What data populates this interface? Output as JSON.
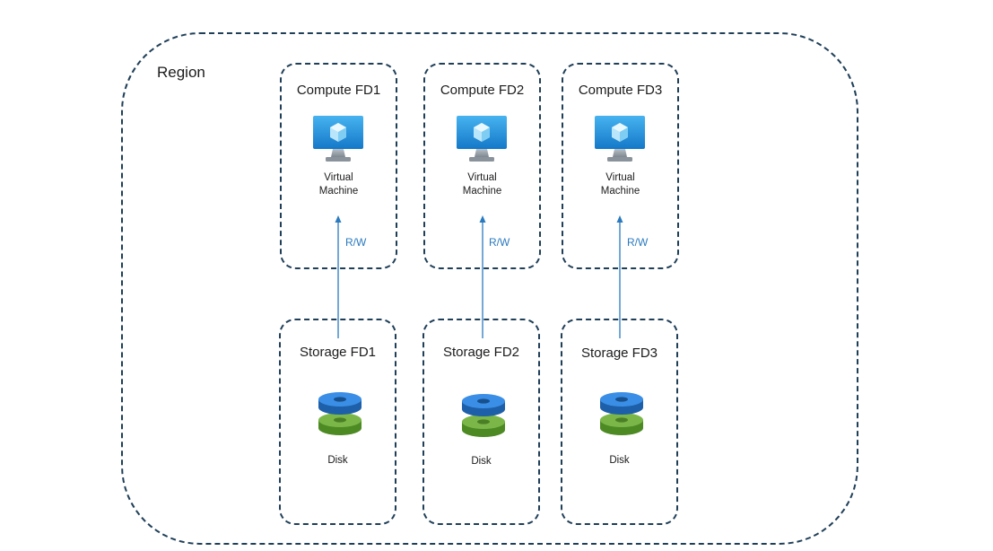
{
  "region": {
    "label": "Region"
  },
  "compute": [
    {
      "title": "Compute FD1",
      "item_line1": "Virtual",
      "item_line2": "Machine",
      "icon": "virtual-machine-icon"
    },
    {
      "title": "Compute FD2",
      "item_line1": "Virtual",
      "item_line2": "Machine",
      "icon": "virtual-machine-icon"
    },
    {
      "title": "Compute FD3",
      "item_line1": "Virtual",
      "item_line2": "Machine",
      "icon": "virtual-machine-icon"
    }
  ],
  "storage": [
    {
      "title": "Storage FD1",
      "item": "Disk",
      "icon": "disk-icon"
    },
    {
      "title": "Storage FD2",
      "item": "Disk",
      "icon": "disk-icon"
    },
    {
      "title": "Storage FD3",
      "item": "Disk",
      "icon": "disk-icon"
    }
  ],
  "links": [
    {
      "label": "R/W"
    },
    {
      "label": "R/W"
    },
    {
      "label": "R/W"
    }
  ],
  "colors": {
    "border": "#1f3f58",
    "arrow": "#2a7abf",
    "vm_blue": "#1e8fd8",
    "disk_blue": "#3a8ee6",
    "disk_green": "#7ab648"
  }
}
